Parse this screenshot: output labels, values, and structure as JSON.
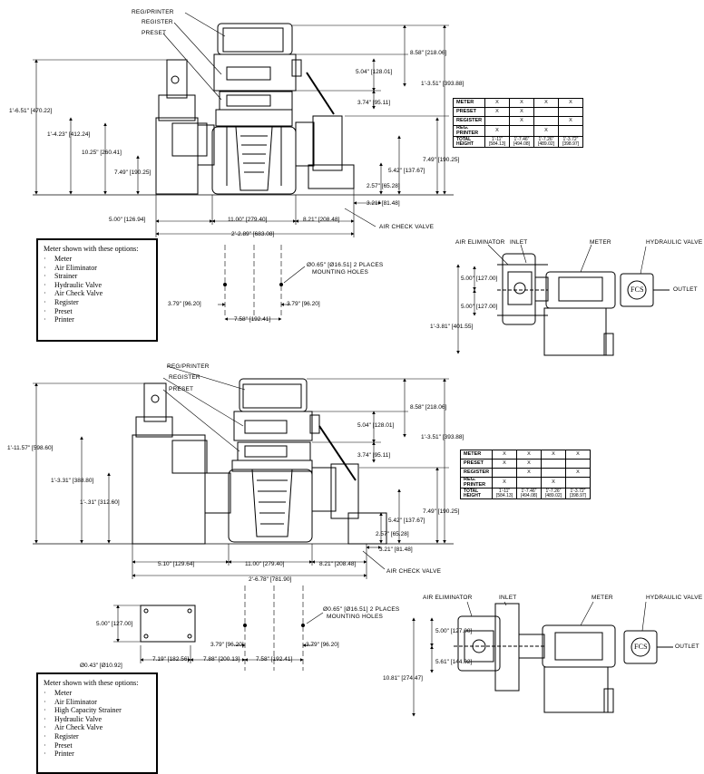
{
  "top": {
    "callouts": {
      "reg_printer": "REG/PRINTER",
      "register": "REGISTER",
      "preset": "PRESET",
      "air_check_valve": "AIR CHECK VALVE",
      "mounting_holes_1": "Ø0.65\" [Ø16.51] 2 PLACES",
      "mounting_holes_2": "MOUNTING HOLES"
    },
    "dims": {
      "d_8_58": "8.58\" [218.06]",
      "d_5_04": "5.04\" [128.01]",
      "d_1_3_51": "1'-3.51\" [393.88]",
      "d_3_74": "3.74\" [95.11]",
      "d_1_6_51": "1'-6.51\" [470.22]",
      "d_1_4_23": "1'-4.23\" [412.24]",
      "d_10_25": "10.25\" [260.41]",
      "d_7_49_left": "7.49\" [190.25]",
      "d_7_49_right": "7.49\" [190.25]",
      "d_5_42": "5.42\" [137.67]",
      "d_2_57": "2.57\" [65.28]",
      "d_3_21": "3.21\" [81.48]",
      "d_5_00": "5.00\" [126.94]",
      "d_11_00": "11.00\" [279.40]",
      "d_8_21": "8.21\" [208.48]",
      "d_2_2_89": "2'-2.89\" [683.08]",
      "d_3_79_left": "3.79\" [96.20]",
      "d_3_79_right": "3.79\" [96.20]",
      "d_7_58": "7.58\" [192.41]"
    },
    "table": {
      "rows": [
        {
          "label": "METER",
          "cells": [
            "X",
            "X",
            "X",
            "X"
          ]
        },
        {
          "label": "PRESET",
          "cells": [
            "X",
            "X",
            "",
            ""
          ]
        },
        {
          "label": "REGISTER",
          "cells": [
            "",
            "X",
            "",
            "X"
          ]
        },
        {
          "label": "REG. PRINTER",
          "cells": [
            "X",
            "",
            "X",
            ""
          ]
        },
        {
          "label": "TOTAL HEIGHT",
          "cells": [
            "1'-11\" [584.13]",
            "1'-7.46\" [494.08]",
            "1'-7.26\" [489.02]",
            "1'-3.72\" [398.97]"
          ]
        }
      ]
    },
    "plan": {
      "air_eliminator": "AIR ELIMINATOR",
      "inlet": "INLET",
      "meter": "METER",
      "hydraulic_valve": "HYDRAULIC VALVE",
      "outlet": "OUTLET",
      "d_5_00_a": "5.00\" [127.00]",
      "d_5_00_b": "5.00\" [127.00]",
      "d_1_3_81": "1'-3.81\" [401.55]",
      "badge": "FCS"
    },
    "legend": {
      "title": "Meter shown with these options:",
      "items": [
        "Meter",
        "Air Eliminator",
        "Strainer",
        "Hydraulic Valve",
        "Air Check Valve",
        "Register",
        "Preset",
        "Printer"
      ]
    }
  },
  "bottom": {
    "callouts": {
      "reg_printer": "REG/PRINTER",
      "register": "REGISTER",
      "preset": "PRESET",
      "air_check_valve": "AIR CHECK VALVE",
      "mounting_holes_1": "Ø0.65\" [Ø16.51] 2 PLACES",
      "mounting_holes_2": "MOUNTING HOLES"
    },
    "dims": {
      "d_8_58": "8.58\" [218.06]",
      "d_5_04": "5.04\" [128.01]",
      "d_1_3_51": "1'-3.51\" [393.88]",
      "d_3_74": "3.74\" [95.11]",
      "d_1_11_57": "1'-11.57\" [598.60]",
      "d_1_3_31": "1'-3.31\" [388.80]",
      "d_1_31": "1'-.31\" [312.60]",
      "d_7_49": "7.49\" [190.25]",
      "d_5_42": "5.42\" [137.67]",
      "d_2_57": "2.57\" [65.28]",
      "d_3_21": "3.21\" [81.48]",
      "d_5_10": "5.10\" [129.64]",
      "d_11_00": "11.00\" [279.40]",
      "d_8_21": "8.21\" [208.48]",
      "d_2_6_78": "2'-6.78\" [781.90]",
      "d_5_00_sq": "5.00\" [127.00]",
      "d_0_43": "Ø0.43\" [Ø10.92]",
      "d_7_19": "7.19\" [182.56]",
      "d_7_88": "7.88\" [200.13]",
      "d_7_58": "7.58\" [192.41]",
      "d_3_79_left": "3.79\" [96.20]",
      "d_3_79_right": "3.79\" [96.20]"
    },
    "table": {
      "rows": [
        {
          "label": "METER",
          "cells": [
            "X",
            "X",
            "X",
            "X"
          ]
        },
        {
          "label": "PRESET",
          "cells": [
            "X",
            "X",
            "",
            ""
          ]
        },
        {
          "label": "REGISTER",
          "cells": [
            "",
            "X",
            "",
            "X"
          ]
        },
        {
          "label": "REG. PRINTER",
          "cells": [
            "X",
            "",
            "X",
            ""
          ]
        },
        {
          "label": "TOTAL HEIGHT",
          "cells": [
            "1'-11\" [584.13]",
            "1'-7.46\" [494.08]",
            "1'-7.26\" [489.02]",
            "1'-3.72\" [398.97]"
          ]
        }
      ]
    },
    "plan": {
      "air_eliminator": "AIR ELIMINATOR",
      "inlet": "INLET",
      "meter": "METER",
      "hydraulic_valve": "HYDRAULIC VALVE",
      "outlet": "OUTLET",
      "d_5_00": "5.00\" [127.00]",
      "d_5_61": "5.61\" [144.02]",
      "d_10_81": "10.81\" [274.47]",
      "badge": "FCS"
    },
    "legend": {
      "title": "Meter shown with these options:",
      "items": [
        "Meter",
        "Air Eliminator",
        "High Capacity Strainer",
        "Hydraulic Valve",
        "Air Check Valve",
        "Register",
        "Preset",
        "Printer"
      ]
    }
  }
}
